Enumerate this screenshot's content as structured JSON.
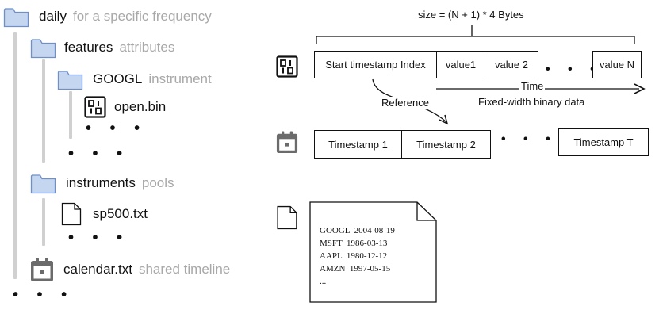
{
  "tree": {
    "daily": {
      "label": "daily",
      "note": "for a specific frequency"
    },
    "features": {
      "label": "features",
      "note": "attributes"
    },
    "googl": {
      "label": "GOOGL",
      "note": "instrument"
    },
    "open_bin": {
      "label": "open.bin"
    },
    "instruments": {
      "label": "instruments",
      "note": "pools"
    },
    "sp500": {
      "label": "sp500.txt"
    },
    "calendar": {
      "label": "calendar.txt",
      "note": "shared timeline"
    },
    "ellipsis": "• • •"
  },
  "binary_layout": {
    "size_label": "size = (N + 1) * 4 Bytes",
    "cells": [
      "Start timestamp Index",
      "value1",
      "value 2",
      "value N"
    ],
    "ellipsis": "• • •",
    "time_label": "Time",
    "description": "Fixed-width binary data",
    "reference_label": "Reference"
  },
  "calendar_layout": {
    "cells": [
      "Timestamp 1",
      "Timestamp 2",
      "Timestamp T"
    ],
    "ellipsis": "• • •"
  },
  "instrument_doc": {
    "lines": [
      "GOOGL  2004-08-19",
      "MSFT  1986-03-13",
      "AAPL  1980-12-12",
      "AMZN  1997-05-15",
      "..."
    ]
  },
  "colors": {
    "folder_fill": "#c5d6f0",
    "folder_stroke": "#6f8fc8",
    "guide_line": "#d0d0d0",
    "note_text": "#a8a8a8",
    "calendar_icon": "#6b6b6b"
  },
  "icons": [
    "folder-icon",
    "binary-file-icon",
    "text-file-icon",
    "calendar-icon"
  ]
}
